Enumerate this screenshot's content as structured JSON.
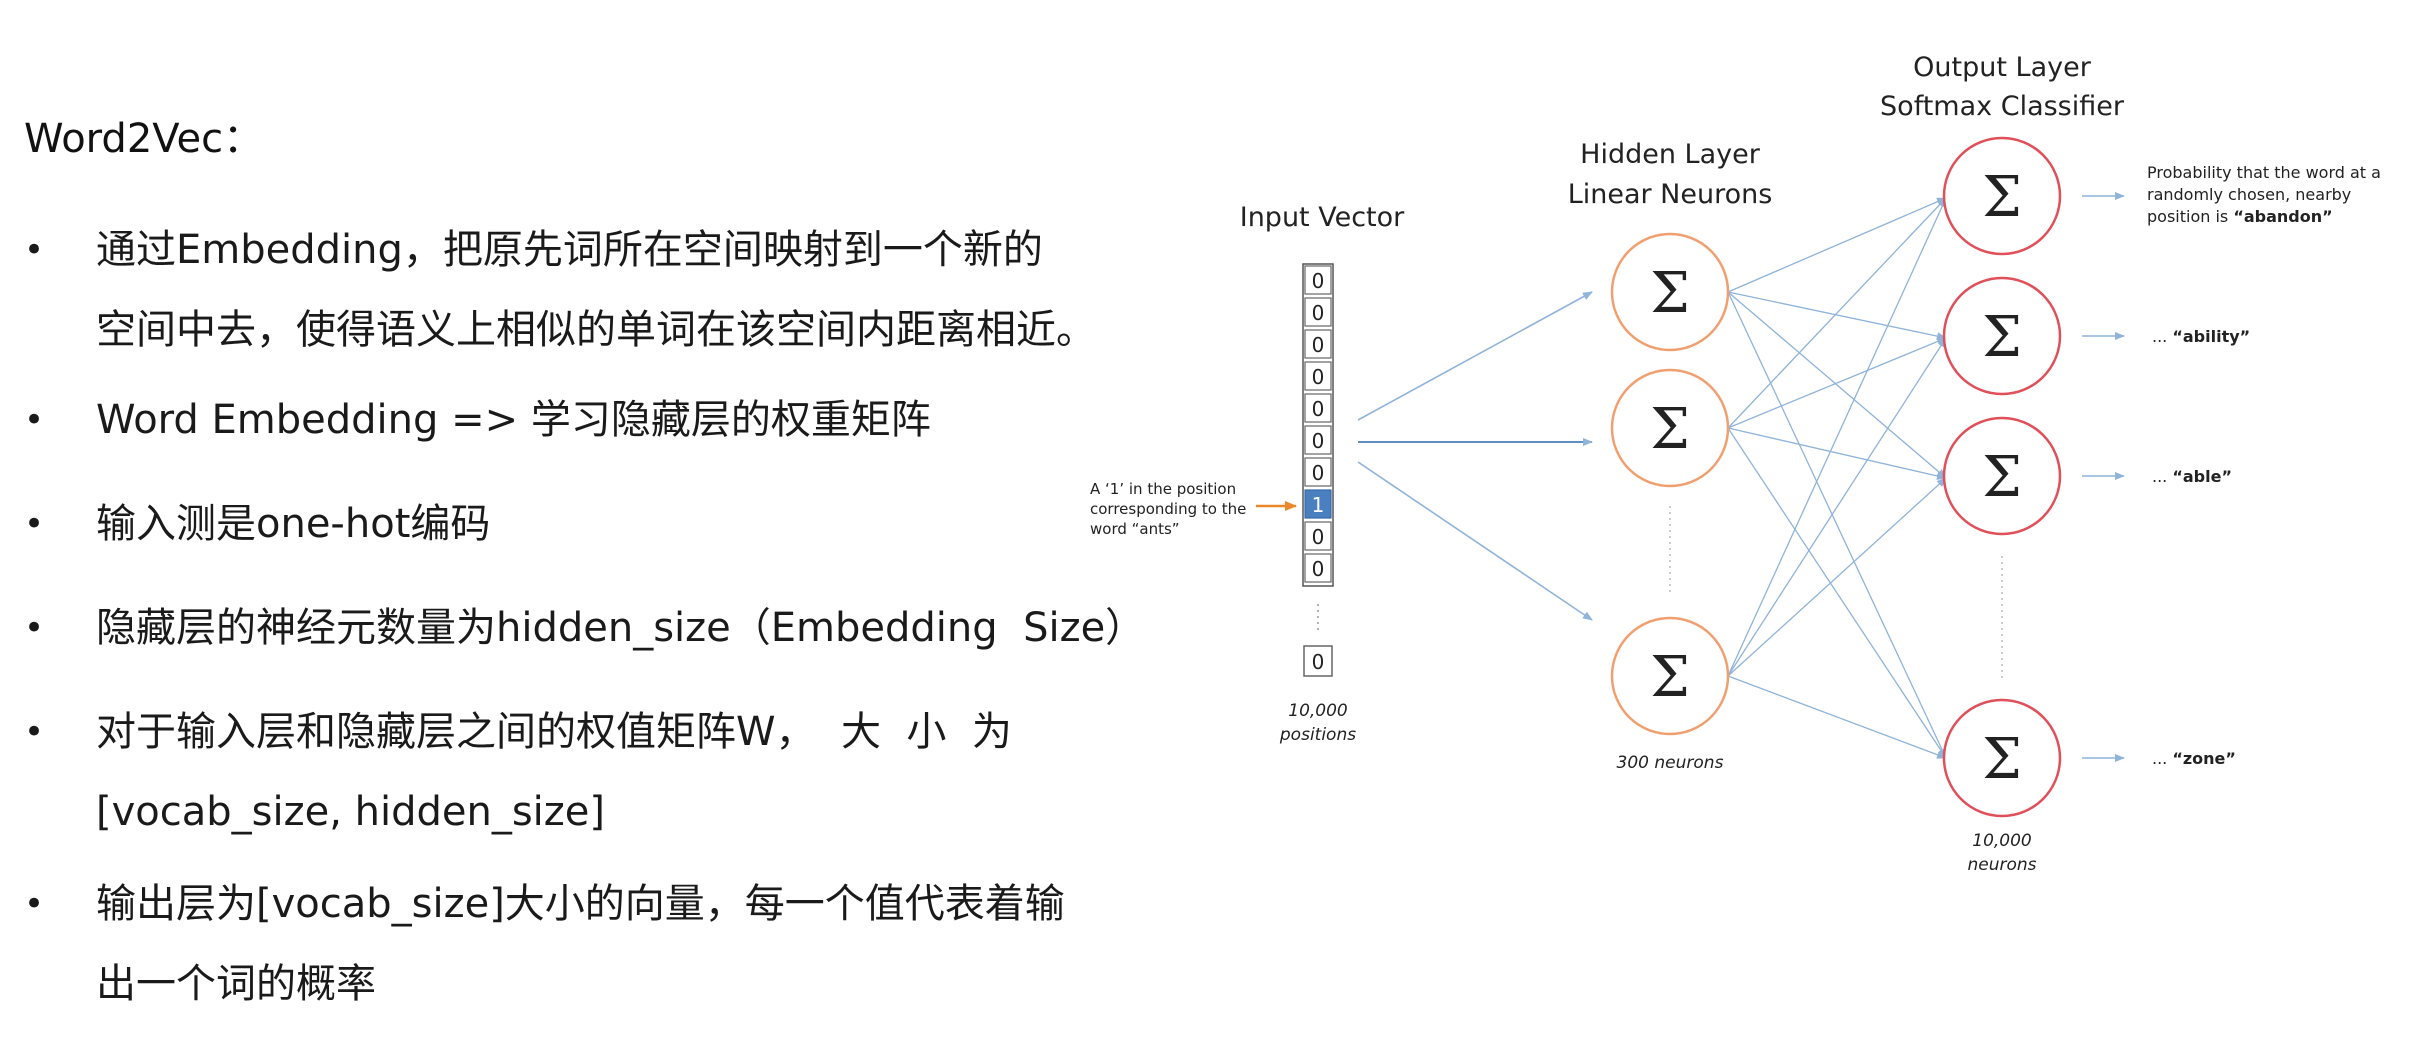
{
  "slide": {
    "title": "Word2Vec：",
    "bullets": [
      {
        "lines": [
          "通过Embedding，把原先词所在空间映射到一个新的",
          "空间中去，使得语义上相似的单词在该空间内距离相近。"
        ]
      },
      {
        "lines": [
          "Word Embedding => 学习隐藏层的权重矩阵"
        ]
      },
      {
        "lines": [
          "输入测是one-hot编码"
        ]
      },
      {
        "lines": [
          "隐藏层的神经元数量为hidden_size（Embedding  Size）"
        ]
      },
      {
        "lines": [
          "对于输入层和隐藏层之间的权值矩阵W，  大  小  为",
          "[vocab_size, hidden_size]"
        ]
      },
      {
        "lines": [
          "输出层为[vocab_size]大小的向量，每一个值代表着输",
          "出一个词的概率"
        ]
      }
    ]
  },
  "diagram": {
    "input": {
      "title": "Input Vector",
      "cells": [
        "0",
        "0",
        "0",
        "0",
        "0",
        "0",
        "0",
        "1",
        "0",
        "0"
      ],
      "last_cell": "0",
      "caption": [
        "10,000",
        "positions"
      ],
      "annotation": [
        "A ‘1’ in the position",
        "corresponding to the",
        "word “ants”"
      ]
    },
    "hidden": {
      "title": [
        "Hidden Layer",
        "Linear Neurons"
      ],
      "symbol": "Σ",
      "caption": "300 neurons"
    },
    "output": {
      "title": [
        "Output Layer",
        "Softmax Classifier"
      ],
      "symbol": "Σ",
      "caption": [
        "10,000",
        "neurons"
      ],
      "labels": [
        {
          "lines": [
            "Probability that the word at a",
            "randomly chosen, nearby"
          ],
          "line3_prefix": "position is ",
          "line3_bold": "“abandon”"
        },
        {
          "prefix": "... ",
          "bold": "“ability”"
        },
        {
          "prefix": "... ",
          "bold": "“able”"
        },
        {
          "prefix": "... ",
          "bold": "“zone”"
        }
      ]
    },
    "colors": {
      "hidden_ring": "#f0a070",
      "output_ring": "#e0505a",
      "arrow": "#8fb3d9",
      "highlight_cell": "#4a7fc0",
      "annotation_arrow": "#e8882a"
    }
  }
}
